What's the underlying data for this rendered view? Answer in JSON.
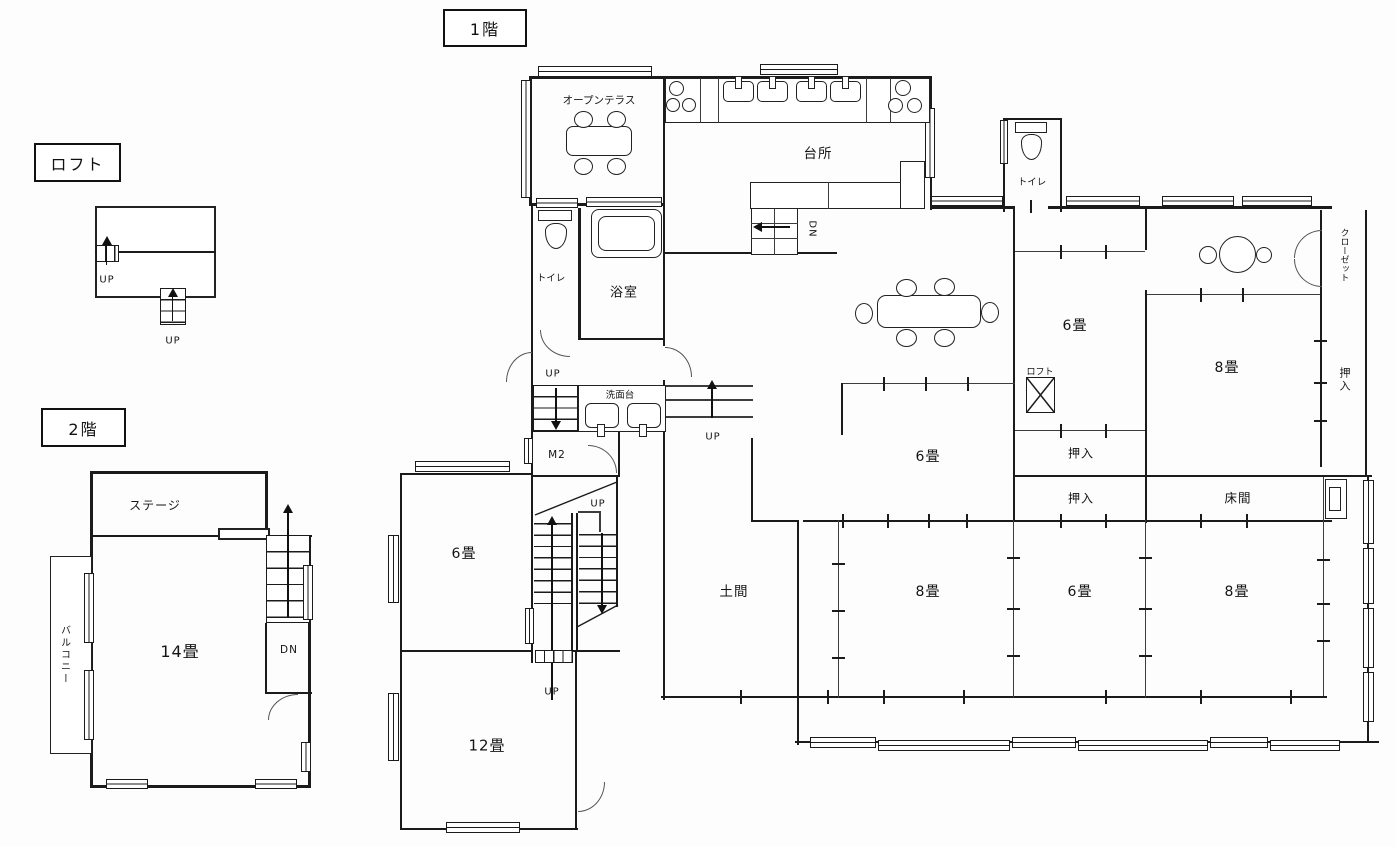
{
  "f1": {
    "title": "1階",
    "open_terrace": "オープンテラス",
    "kitchen": "台所",
    "toilet_top": "トイレ",
    "toilet_left": "トイレ",
    "bath": "浴室",
    "washstand": "洗面台",
    "m2": "M2",
    "loft_hatch": "ロフト",
    "room6_ne": "6畳",
    "room6_mid": "6畳",
    "room6_west": "6畳",
    "room6_south": "6畳",
    "room8_east": "8畳",
    "room8_center": "8畳",
    "room8_se": "8畳",
    "room12": "12畳",
    "doma": "土間",
    "closet": "クローゼット",
    "oshiire_east": "押入",
    "oshiire_a": "押入",
    "oshiire_b": "押入",
    "tokonoma": "床間",
    "up": "UP",
    "dn": "DN"
  },
  "loft": {
    "title": "ロフト",
    "up": "UP"
  },
  "f2": {
    "title": "2階",
    "stage": "ステージ",
    "room14": "14畳",
    "balcony": "バルコニー",
    "dn": "DN"
  }
}
